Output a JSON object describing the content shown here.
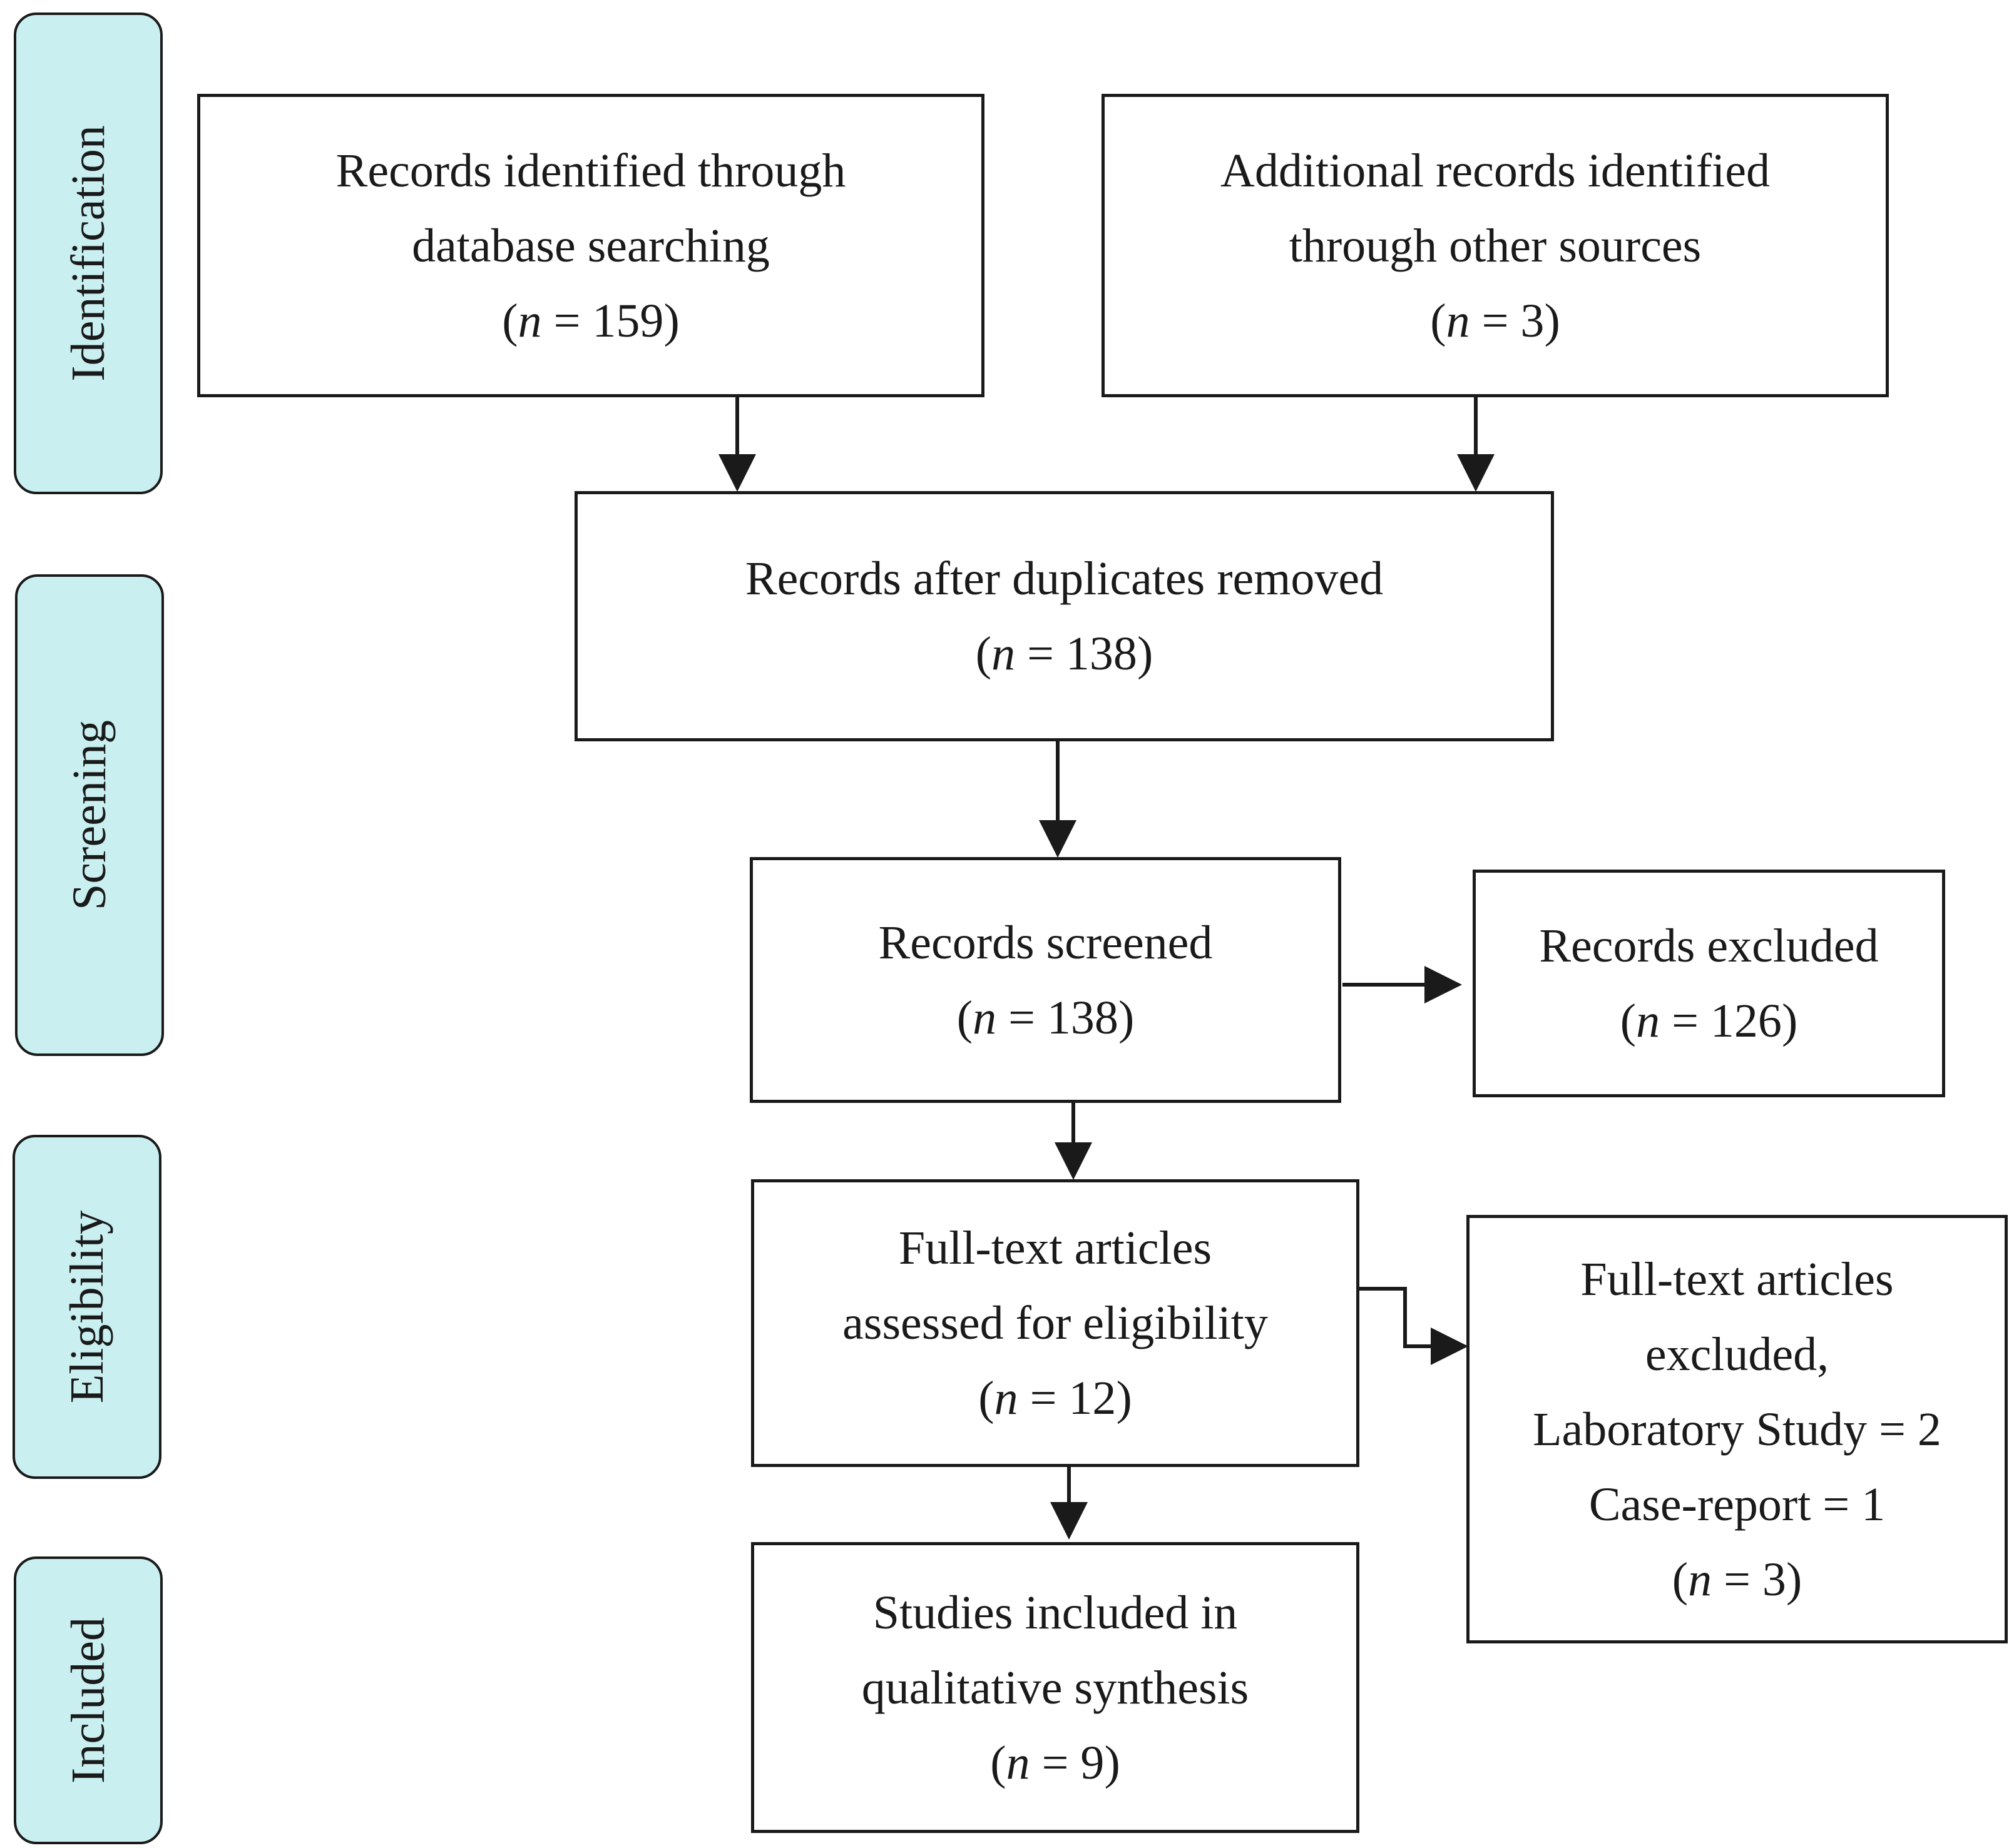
{
  "stages": {
    "identification": "Identification",
    "screening": "Screening",
    "eligibility": "Eligibility",
    "included": "Included"
  },
  "boxes": {
    "database": {
      "lines": [
        "Records identified through",
        "database searching"
      ],
      "n_var": "n",
      "n_value": " = 159"
    },
    "other_sources": {
      "lines": [
        "Additional records identified",
        "through other sources"
      ],
      "n_var": "n",
      "n_value": " = 3"
    },
    "duplicates_removed": {
      "lines": [
        "Records after duplicates removed"
      ],
      "n_var": "n",
      "n_value": " = 138"
    },
    "screened": {
      "lines": [
        "Records screened"
      ],
      "n_var": "n",
      "n_value": " = 138"
    },
    "excluded": {
      "lines": [
        "Records excluded"
      ],
      "n_var": "n",
      "n_value": " = 126"
    },
    "full_text_assessed": {
      "lines": [
        "Full-text articles",
        "assessed for eligibility"
      ],
      "n_var": "n",
      "n_value": " = 12"
    },
    "full_text_excluded": {
      "lines": [
        "Full-text articles",
        "excluded,",
        "Laboratory Study = 2",
        "Case-report = 1"
      ],
      "n_var": "n",
      "n_value": " = 3"
    },
    "included_studies": {
      "lines": [
        "Studies included in",
        "qualitative synthesis"
      ],
      "n_var": "n",
      "n_value": " = 9"
    }
  },
  "colors": {
    "stage_fill": "#c9eff0",
    "stroke": "#1a1a1a"
  }
}
